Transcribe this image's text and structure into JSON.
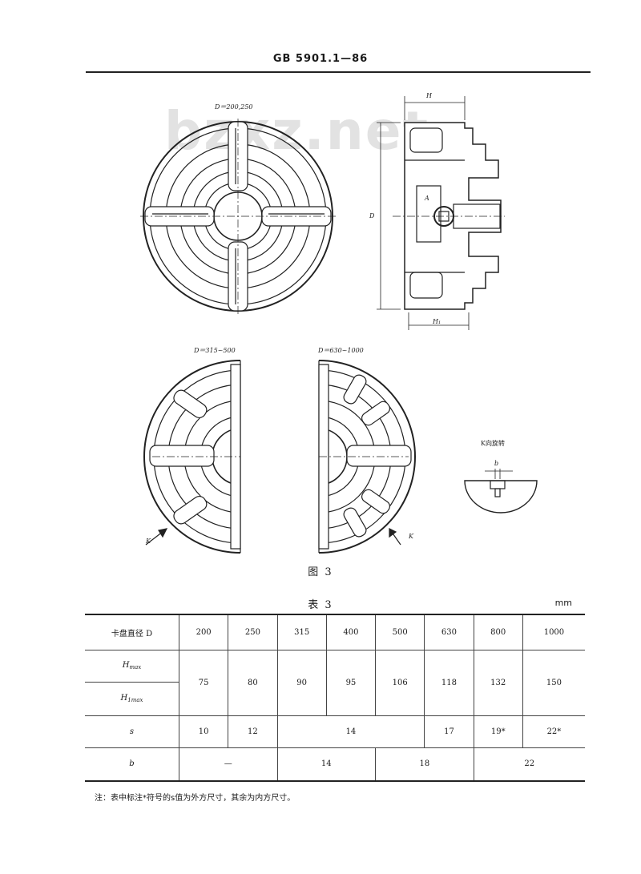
{
  "header": {
    "standard": "GB 5901.1—86"
  },
  "watermark": "bzxz.net",
  "figure": {
    "caption": "图 3",
    "top_left_label": "D＝200,250",
    "bottom_left_label": "D＝315~500",
    "bottom_right_label": "D＝630~1000",
    "side_labels": {
      "H": "H",
      "D": "D",
      "H1": "H₁",
      "A": "A"
    },
    "k_label": "K",
    "detail_title": "K向旋转",
    "detail_dim": "b"
  },
  "table": {
    "title": "表 3",
    "unit": "mm",
    "header_label": "卡盘直径 D",
    "diameters": [
      "200",
      "250",
      "315",
      "400",
      "500",
      "630",
      "800",
      "1000"
    ],
    "rows": {
      "hmax_label": "H",
      "hmax_sub": "max",
      "h1max_label": "H",
      "h1max_sub": "1max",
      "h_values": [
        "75",
        "80",
        "90",
        "95",
        "106",
        "118",
        "132",
        "150"
      ],
      "s_label": "s",
      "s_values": [
        "10",
        "12",
        "14",
        "17",
        "19*",
        "22*"
      ],
      "b_label": "b",
      "b_values": [
        "—",
        "14",
        "18",
        "22"
      ]
    },
    "note": "注：表中标注*符号的s值为外方尺寸，其余为内方尺寸。"
  }
}
